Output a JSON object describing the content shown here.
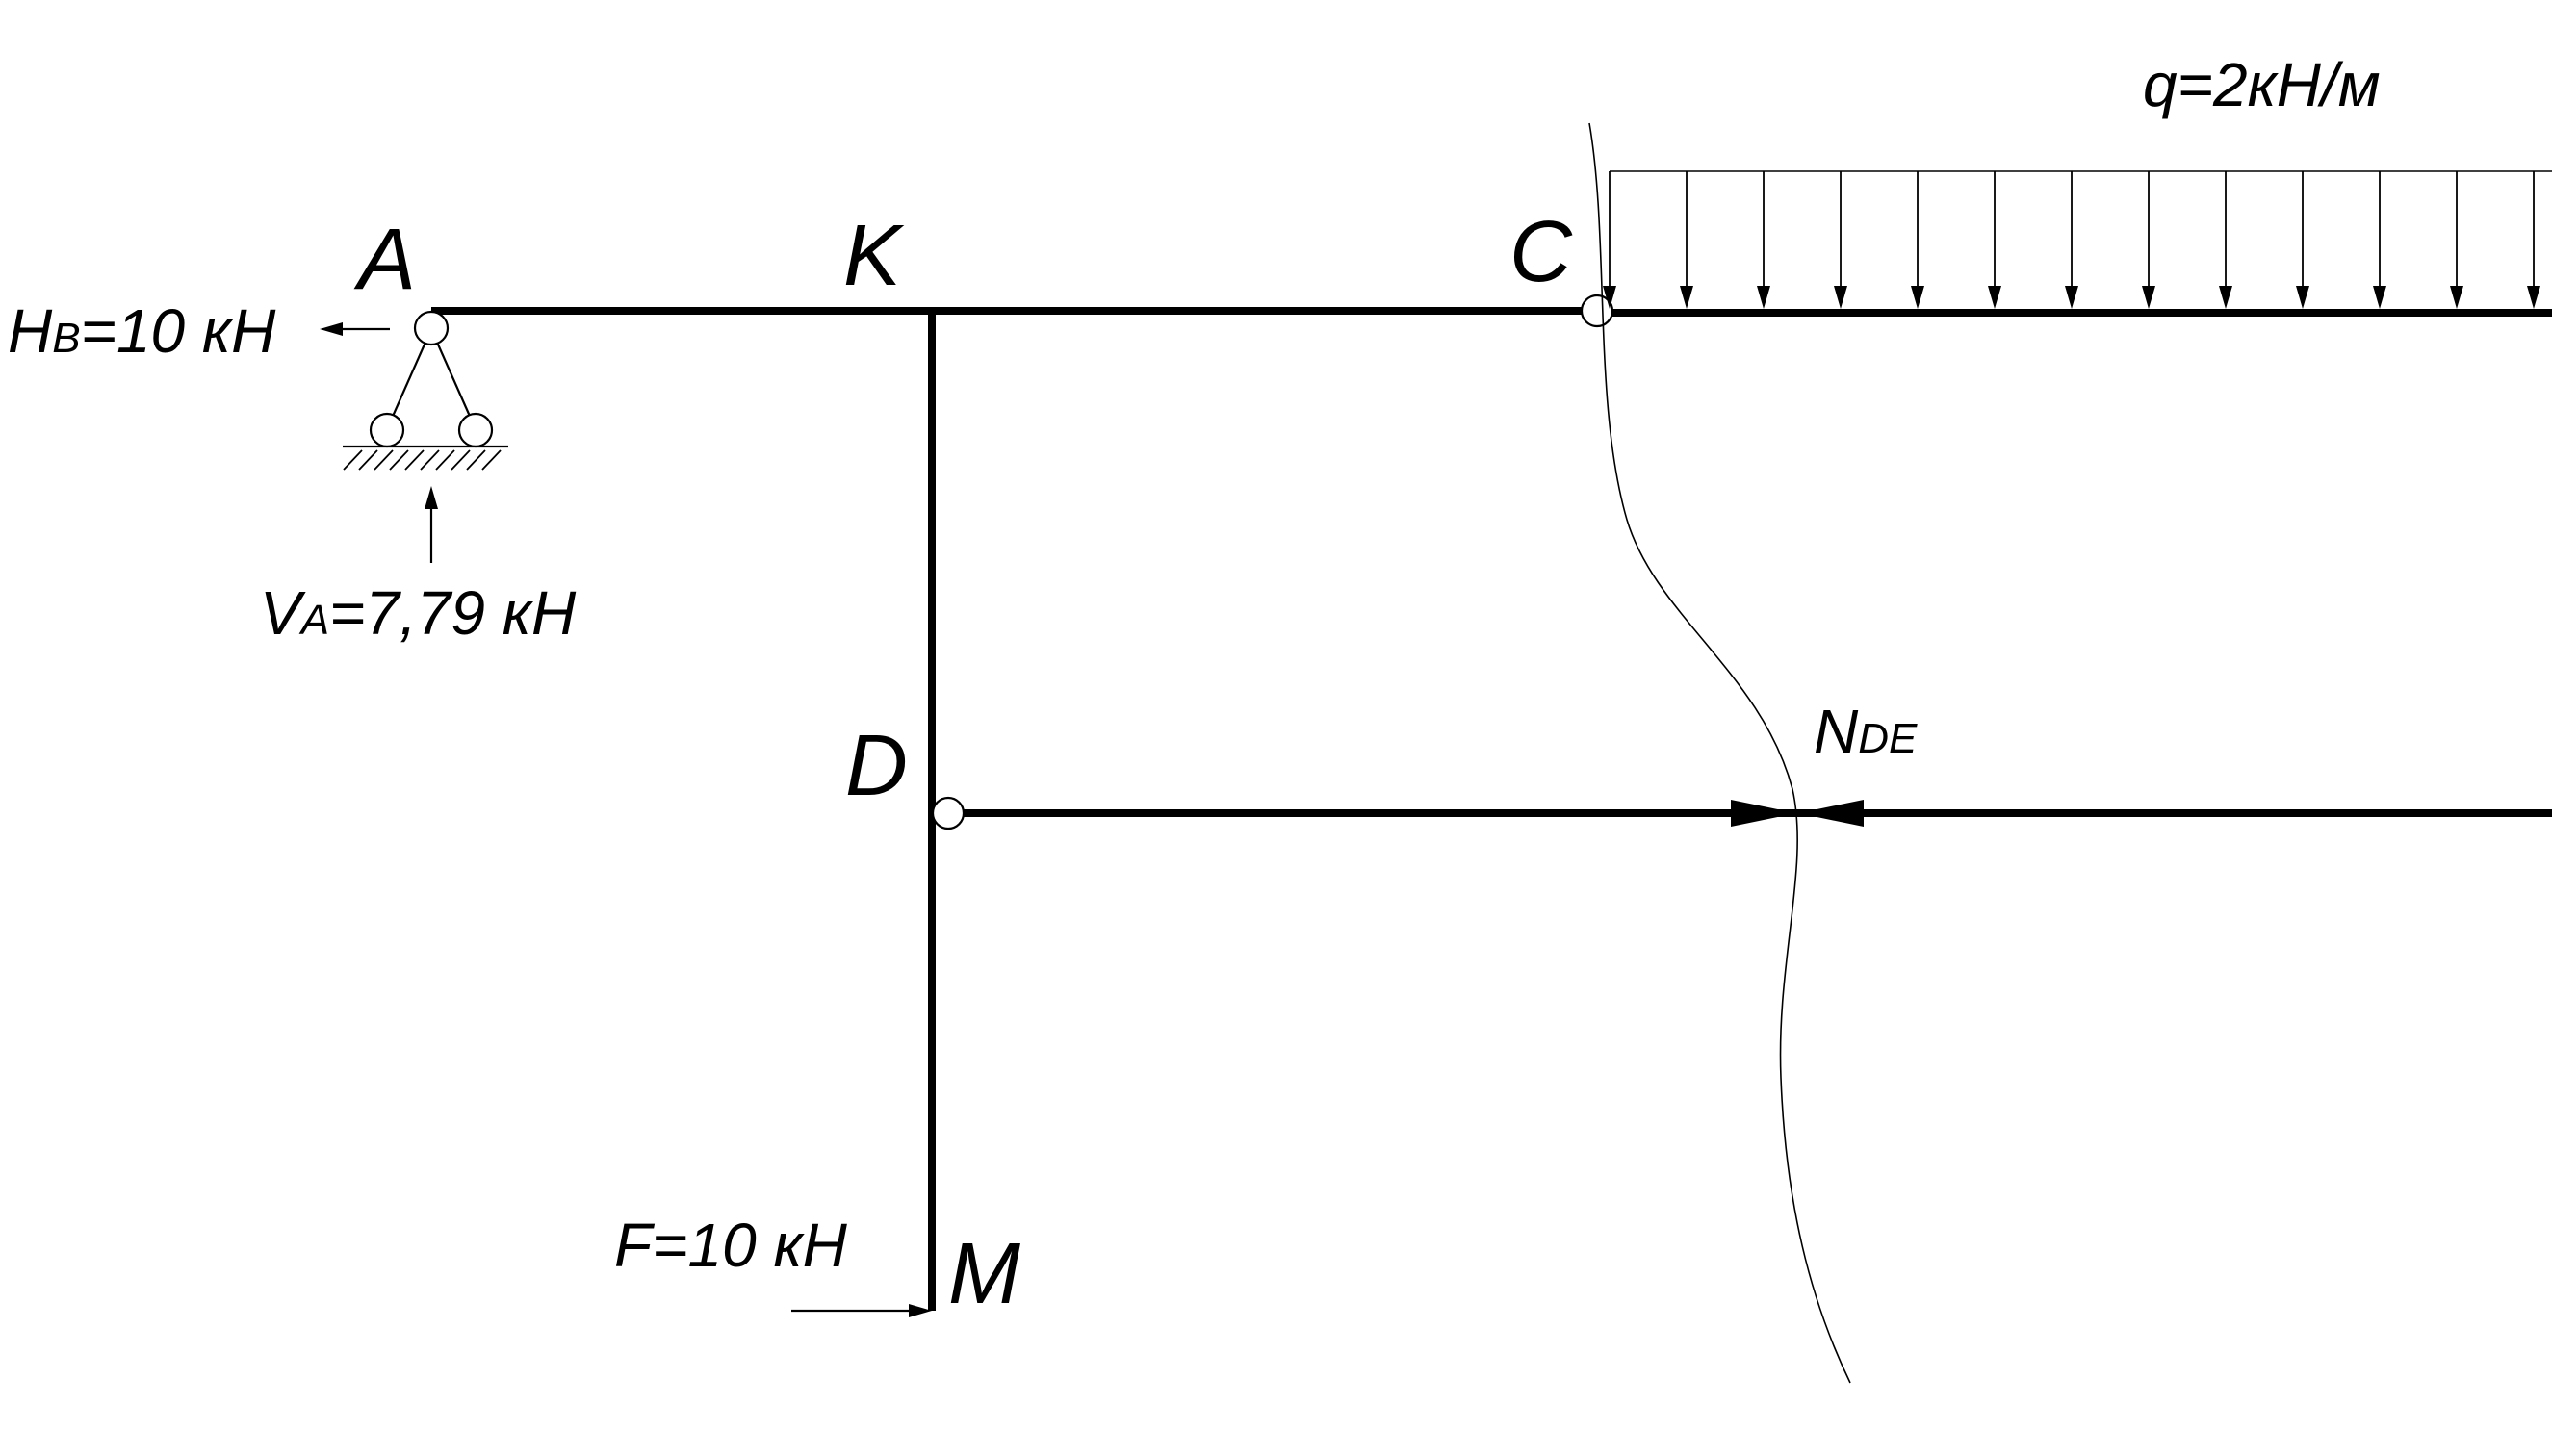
{
  "labels": {
    "A": "A",
    "K": "K",
    "C": "C",
    "D": "D",
    "M": "M"
  },
  "loads": {
    "q": "q=2кН/м",
    "F": "F=10 кН",
    "HB_main": "H",
    "HB_sub": "B",
    "HB_value": "=10 кН",
    "VA_main": "V",
    "VA_sub": "A",
    "VA_value": "=7,79 кН",
    "NDE_main": "N",
    "NDE_sub": "DE"
  },
  "distributed_load": {
    "arrow_count": 13
  }
}
